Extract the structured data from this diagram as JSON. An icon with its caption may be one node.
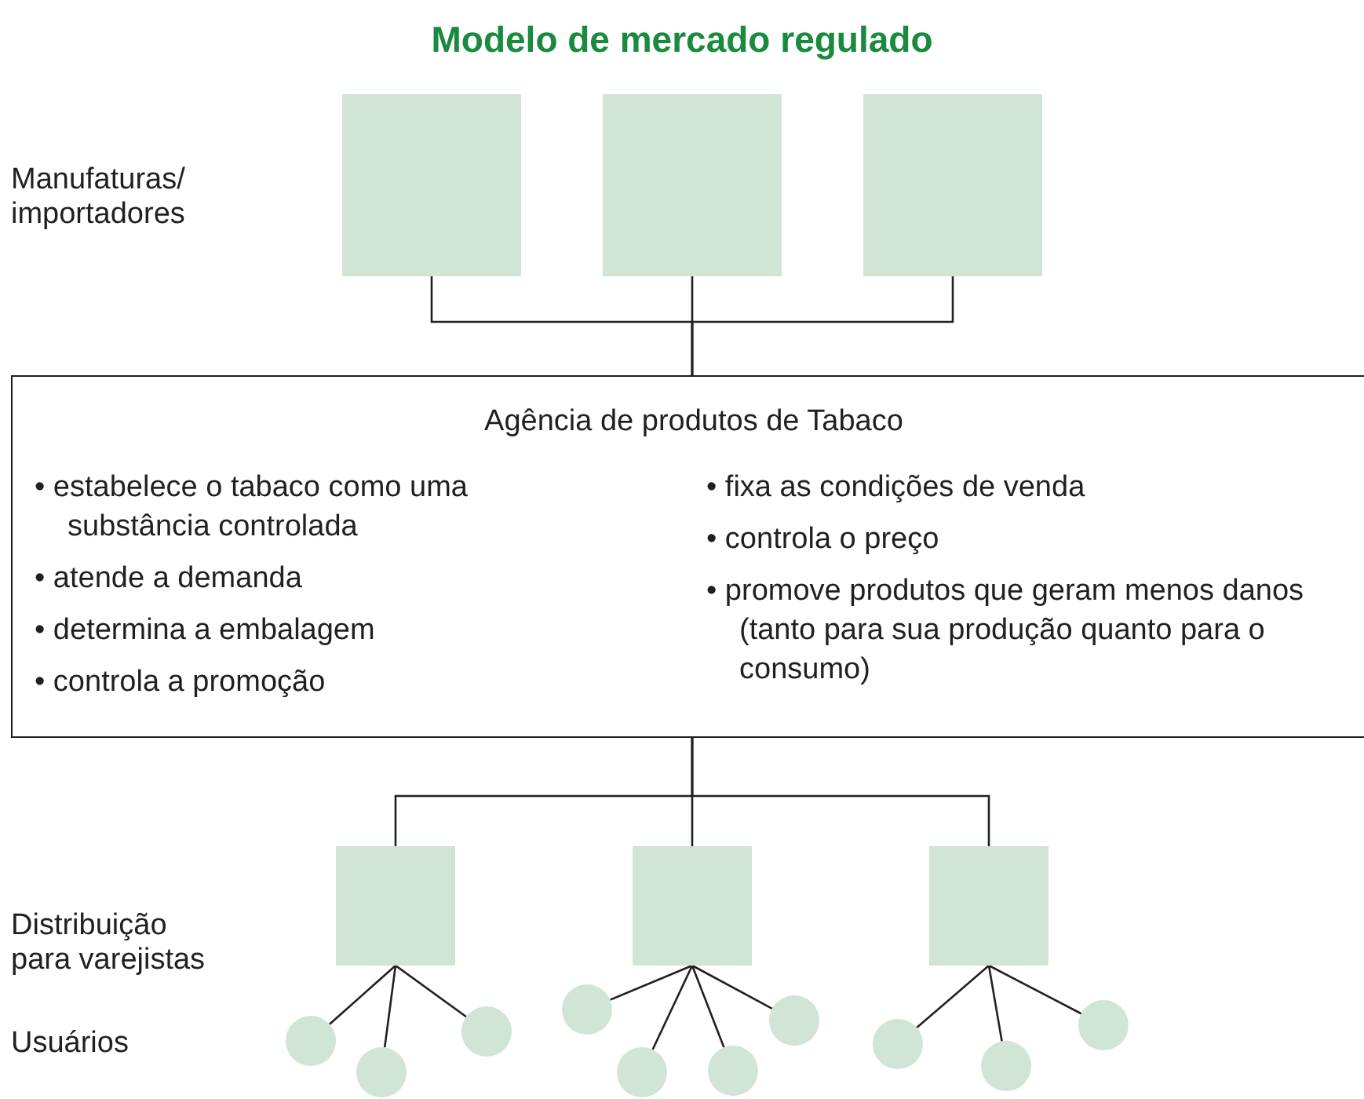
{
  "diagram": {
    "title": "Modelo de mercado regulado",
    "nodes": [
      {
        "text": [],
        "shape": "box"
      },
      {
        "text": [],
        "shape": "box"
      },
      {
        "text": [],
        "shape": "box"
      },
      {
        "text": [
          "Agência de produtos de Tabaco",
          "• estabelece o tabaco como uma substância controlada",
          "• atende a demanda",
          "• determina a embalagem",
          "• controla a promoção",
          "• fixa as condições de venda",
          "• controla o preço",
          "• promove produtos que geram menos danos (tanto para sua produção quanto para o consumo)"
        ]
      },
      {
        "text": [],
        "shape": "box"
      },
      {
        "text": [],
        "shape": "box"
      },
      {
        "text": [],
        "shape": "box"
      },
      {
        "text": [],
        "shape": "circle"
      },
      {
        "text": [],
        "shape": "circle"
      },
      {
        "text": [],
        "shape": "circle"
      },
      {
        "text": [],
        "shape": "circle"
      },
      {
        "text": [],
        "shape": "circle"
      },
      {
        "text": [],
        "shape": "circle"
      },
      {
        "text": [],
        "shape": "circle"
      },
      {
        "text": [],
        "shape": "circle"
      },
      {
        "text": [],
        "shape": "circle"
      },
      {
        "text": [],
        "shape": "circle"
      }
    ],
    "edges": [
      {
        "from": 0,
        "to": 3,
        "arrow": "none"
      },
      {
        "from": 1,
        "to": 3,
        "arrow": "none"
      },
      {
        "from": 2,
        "to": 3,
        "arrow": "none"
      },
      {
        "from": 3,
        "to": 4,
        "arrow": "none"
      },
      {
        "from": 3,
        "to": 5,
        "arrow": "none"
      },
      {
        "from": 3,
        "to": 6,
        "arrow": "none"
      },
      {
        "from": 4,
        "to": 7,
        "arrow": "none"
      },
      {
        "from": 4,
        "to": 8,
        "arrow": "none"
      },
      {
        "from": 4,
        "to": 9,
        "arrow": "none"
      },
      {
        "from": 5,
        "to": 10,
        "arrow": "none"
      },
      {
        "from": 5,
        "to": 11,
        "arrow": "none"
      },
      {
        "from": 5,
        "to": 12,
        "arrow": "none"
      },
      {
        "from": 5,
        "to": 13,
        "arrow": "none"
      },
      {
        "from": 6,
        "to": 14,
        "arrow": "none"
      },
      {
        "from": 6,
        "to": 15,
        "arrow": "none"
      },
      {
        "from": 6,
        "to": 16,
        "arrow": "none"
      }
    ],
    "labels": [
      "Manufaturas/ importadores",
      "Distribuição para varejistas",
      "Usuários"
    ]
  }
}
